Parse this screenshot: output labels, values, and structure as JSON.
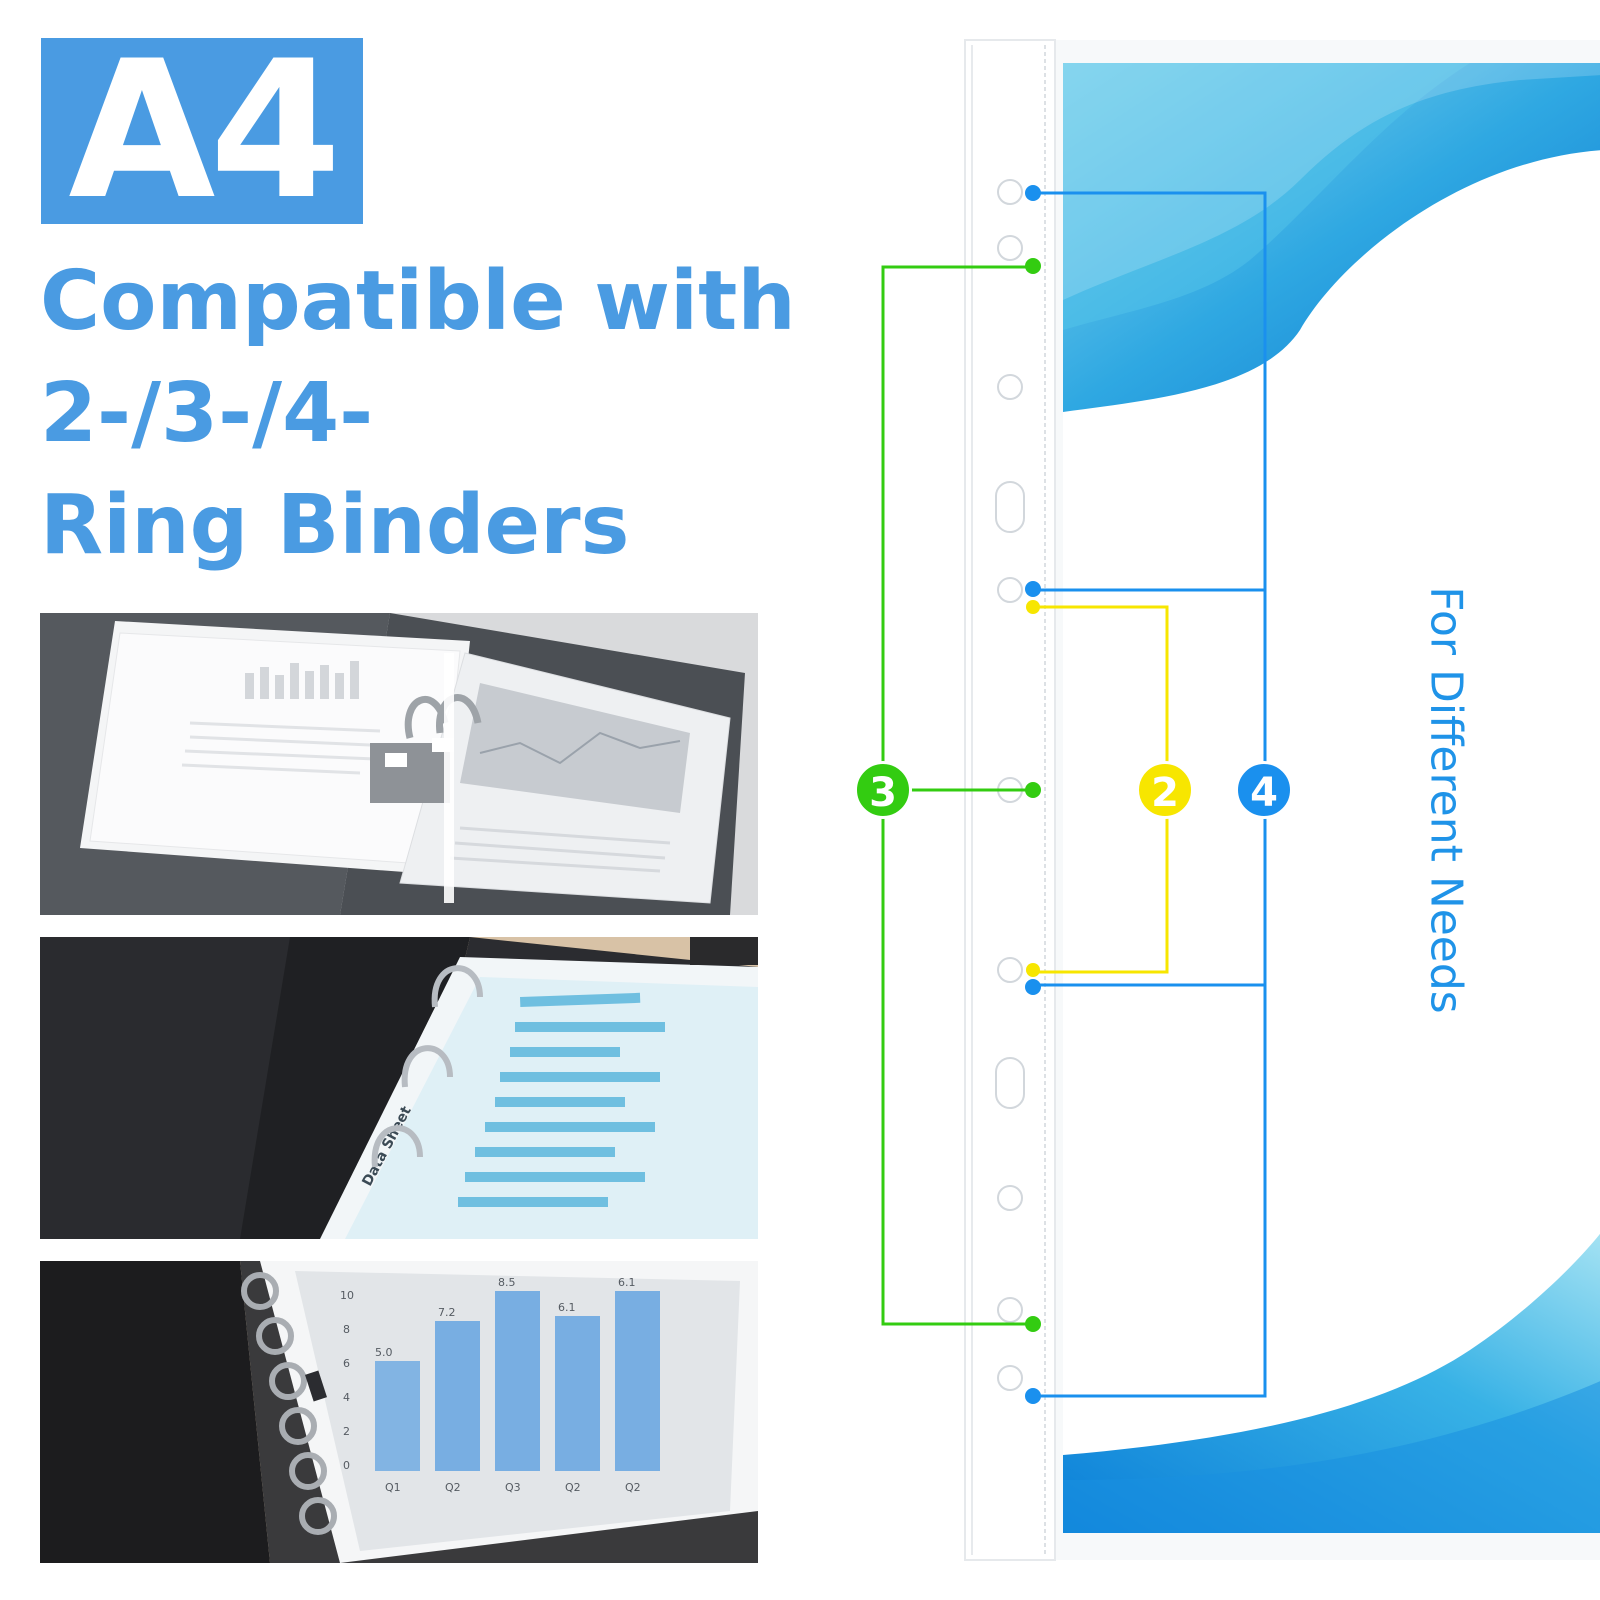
{
  "badge": {
    "text": "A4"
  },
  "headline": {
    "line1": "Compatible with",
    "line2": "2-/3-/4-",
    "line3": "Ring Binders"
  },
  "side_label": "For Different Needs",
  "markers": {
    "three": "3",
    "two": "2",
    "four": "4"
  },
  "photos": {
    "chart_label": "Data Sheet",
    "bar_labels": [
      "5.0",
      "7.2",
      "8.5",
      "6.1",
      "6.1"
    ],
    "axis_ticks": [
      "10",
      "8",
      "6",
      "4",
      "2",
      "0"
    ],
    "quarter_labels": [
      "Q1",
      "Q2",
      "Q3",
      "Q2",
      "Q2"
    ]
  },
  "colors": {
    "brand_blue": "#4a9be2",
    "ring4_blue": "#1a90ee",
    "ring2_yellow": "#f7e600",
    "ring3_green": "#33cc11"
  }
}
